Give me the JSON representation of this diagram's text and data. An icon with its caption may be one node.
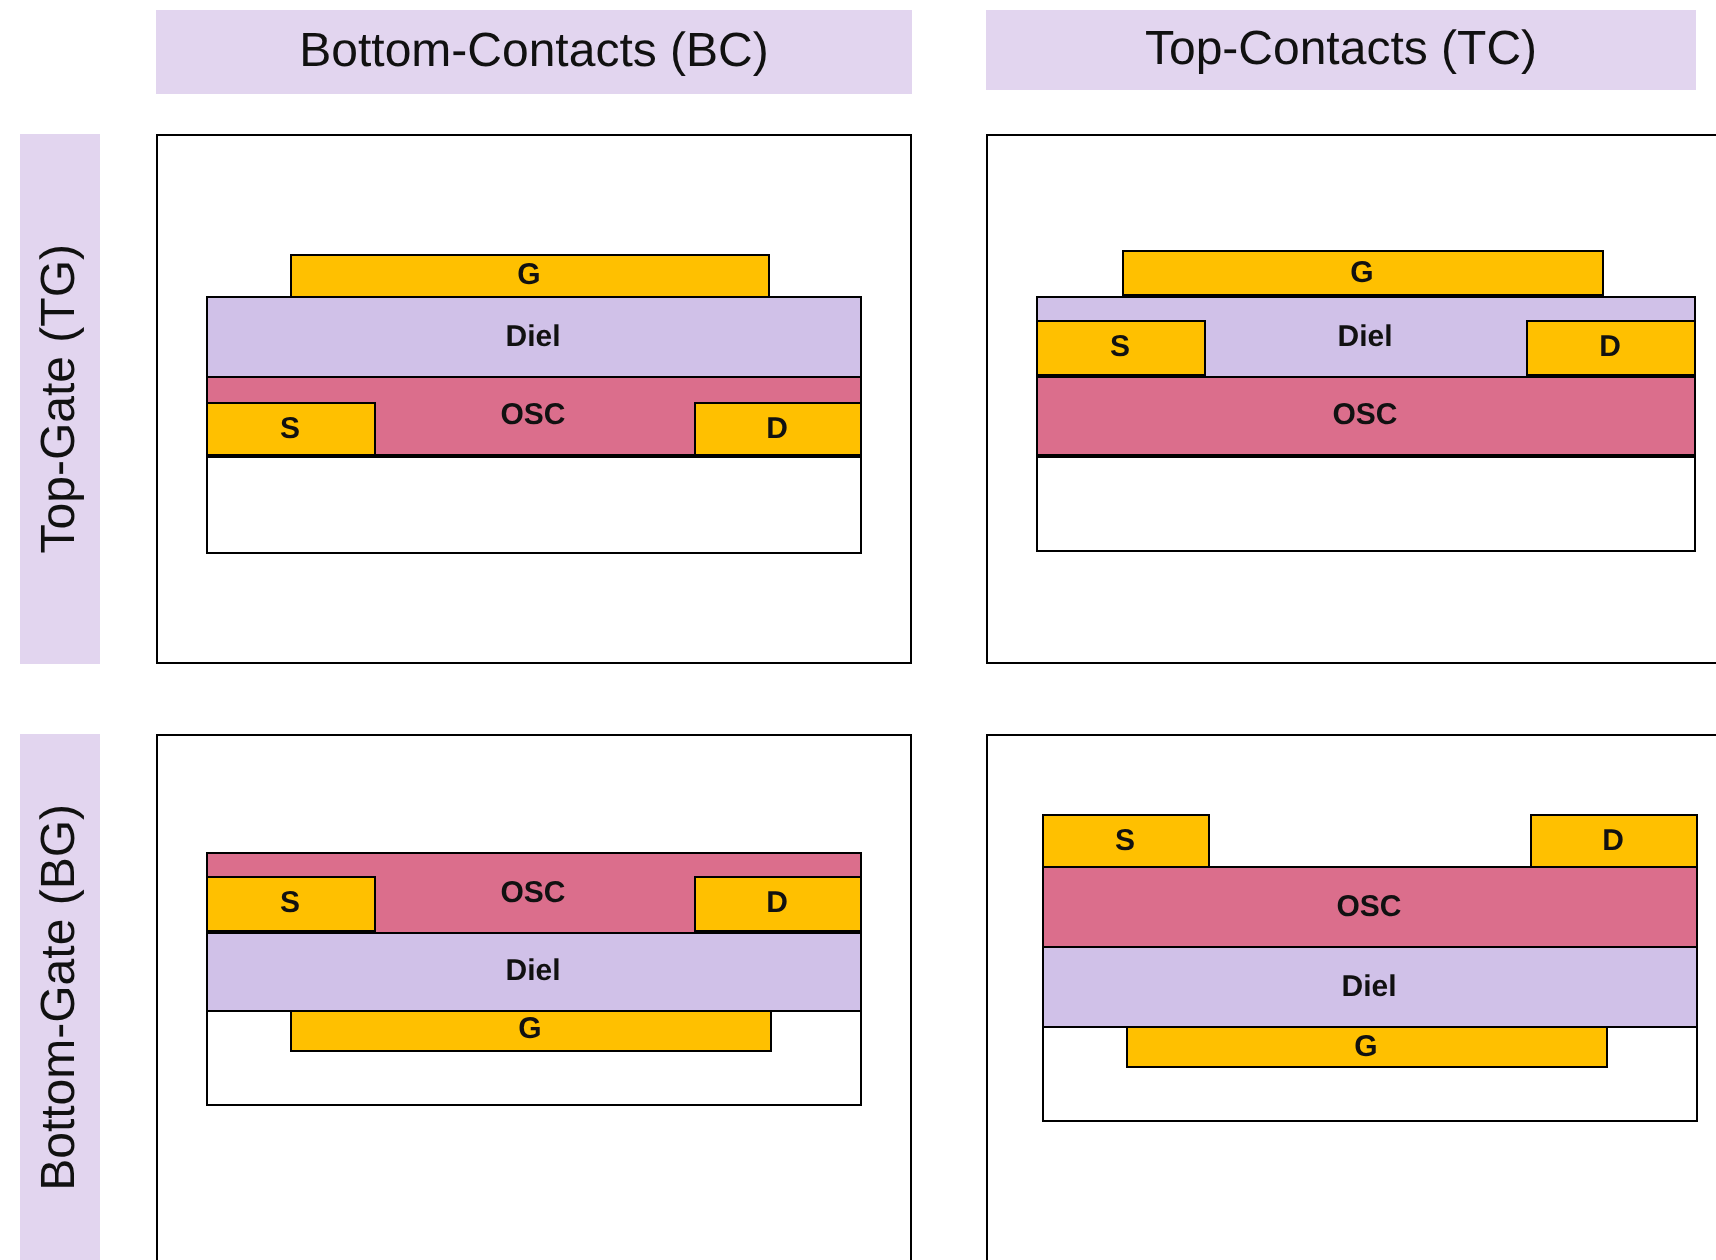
{
  "diagram": {
    "nodes": [
      {
        "text": [
          "Bottom-Contacts (BC)"
        ]
      },
      {
        "text": [
          "Top-Contacts (TC)"
        ]
      },
      {
        "text": [
          "Top-Gate (TG)"
        ]
      },
      {
        "text": [],
        "shape": "box"
      },
      {
        "text": [],
        "shape": "box",
        "in": 3
      },
      {
        "text": [
          "Diel"
        ],
        "in": 3
      },
      {
        "text": [
          "OSC"
        ],
        "in": 3
      },
      {
        "text": [
          "S"
        ],
        "in": 6
      },
      {
        "text": [
          "D"
        ],
        "in": 6
      },
      {
        "text": [
          "G"
        ],
        "in": 3
      },
      {
        "text": [],
        "shape": "box"
      },
      {
        "text": [],
        "shape": "box",
        "in": 10
      },
      {
        "text": [
          "OSC"
        ],
        "in": 10
      },
      {
        "text": [
          "Diel"
        ],
        "in": 10
      },
      {
        "text": [
          "S"
        ],
        "in": 13
      },
      {
        "text": [
          "D"
        ],
        "in": 13
      },
      {
        "text": [
          "G"
        ],
        "in": 10
      },
      {
        "text": [
          "Bottom-Gate (BG)"
        ]
      },
      {
        "text": [],
        "shape": "box"
      },
      {
        "text": [],
        "shape": "box",
        "in": 18
      },
      {
        "text": [
          "G"
        ],
        "in": 19
      },
      {
        "text": [
          "Diel"
        ],
        "in": 18
      },
      {
        "text": [
          "OSC"
        ],
        "in": 18
      },
      {
        "text": [
          "S"
        ],
        "in": 22
      },
      {
        "text": [
          "D"
        ],
        "in": 22
      },
      {
        "text": [],
        "shape": "box"
      },
      {
        "text": [],
        "shape": "box",
        "in": 25
      },
      {
        "text": [
          "G"
        ],
        "in": 26
      },
      {
        "text": [
          "Diel"
        ],
        "in": 25
      },
      {
        "text": [
          "OSC"
        ],
        "in": 25
      },
      {
        "text": [
          "S"
        ],
        "in": 25
      },
      {
        "text": [
          "D"
        ],
        "in": 25
      }
    ]
  }
}
